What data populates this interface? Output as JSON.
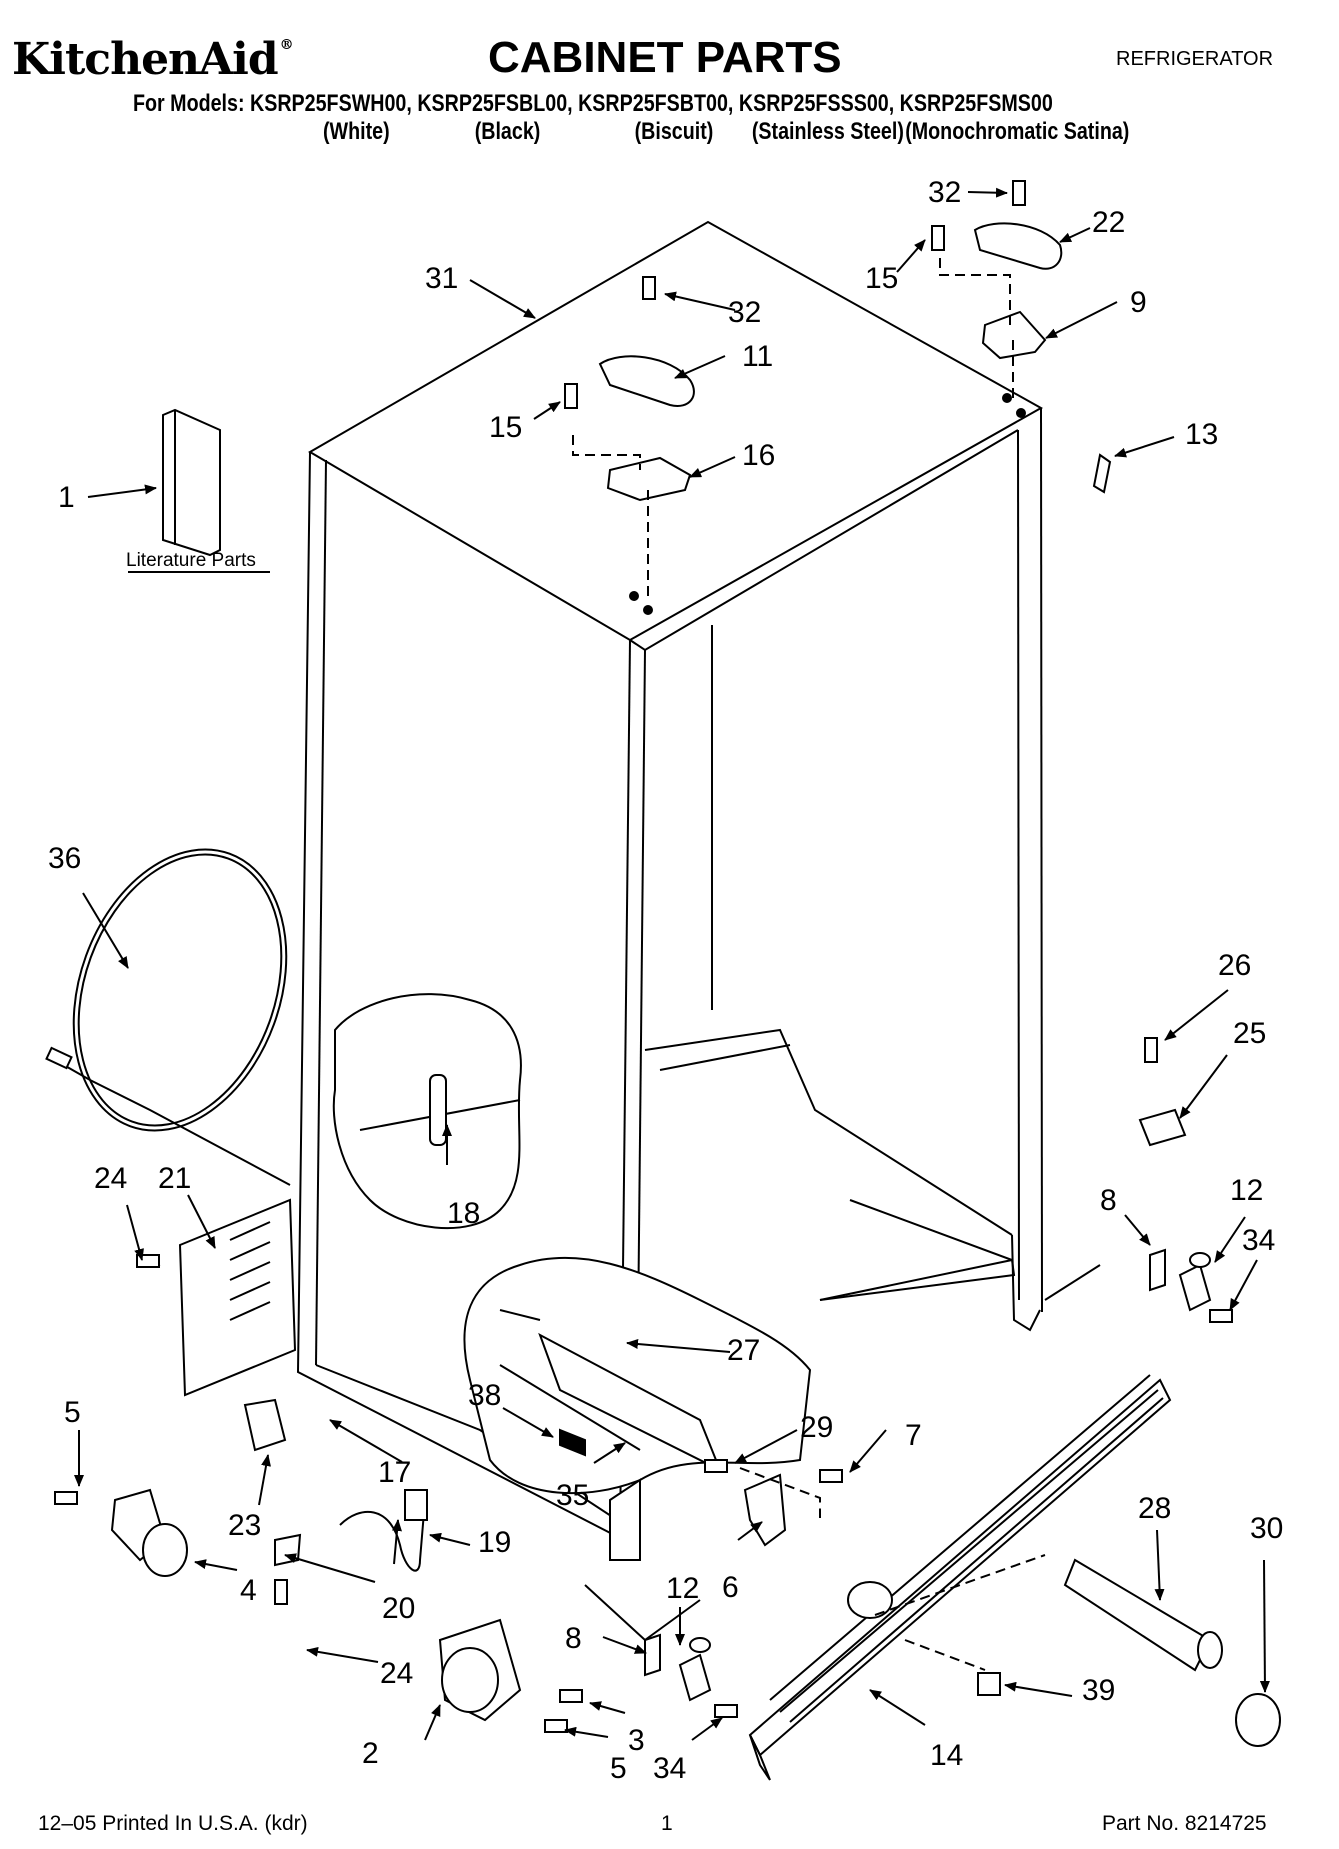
{
  "header": {
    "brand": "KitchenAid",
    "brand_mark": "®",
    "title": "CABINET PARTS",
    "category": "REFRIGERATOR",
    "models_line": "For Models: KSRP25FSWH00, KSRP25FSBL00, KSRP25FSBT00, KSRP25FSSS00, KSRP25FSMS00",
    "variants": [
      "(White)",
      "(Black)",
      "(Biscuit)",
      "(Stainless Steel)",
      "(Monochromatic Satina)"
    ]
  },
  "diagram": {
    "literature_caption": "Literature Parts",
    "callouts": [
      "1",
      "2",
      "3",
      "4",
      "5",
      "5",
      "6",
      "7",
      "8",
      "8",
      "9",
      "11",
      "12",
      "12",
      "13",
      "14",
      "15",
      "15",
      "16",
      "17",
      "18",
      "19",
      "20",
      "21",
      "22",
      "23",
      "24",
      "24",
      "25",
      "26",
      "27",
      "28",
      "29",
      "30",
      "31",
      "32",
      "32",
      "34",
      "34",
      "35",
      "36",
      "38",
      "39"
    ]
  },
  "footer": {
    "printed": "12–05 Printed In U.S.A. (kdr)",
    "page": "1",
    "part_no": "Part No. 8214725"
  },
  "colors": {
    "ink": "#000000",
    "paper": "#ffffff"
  }
}
